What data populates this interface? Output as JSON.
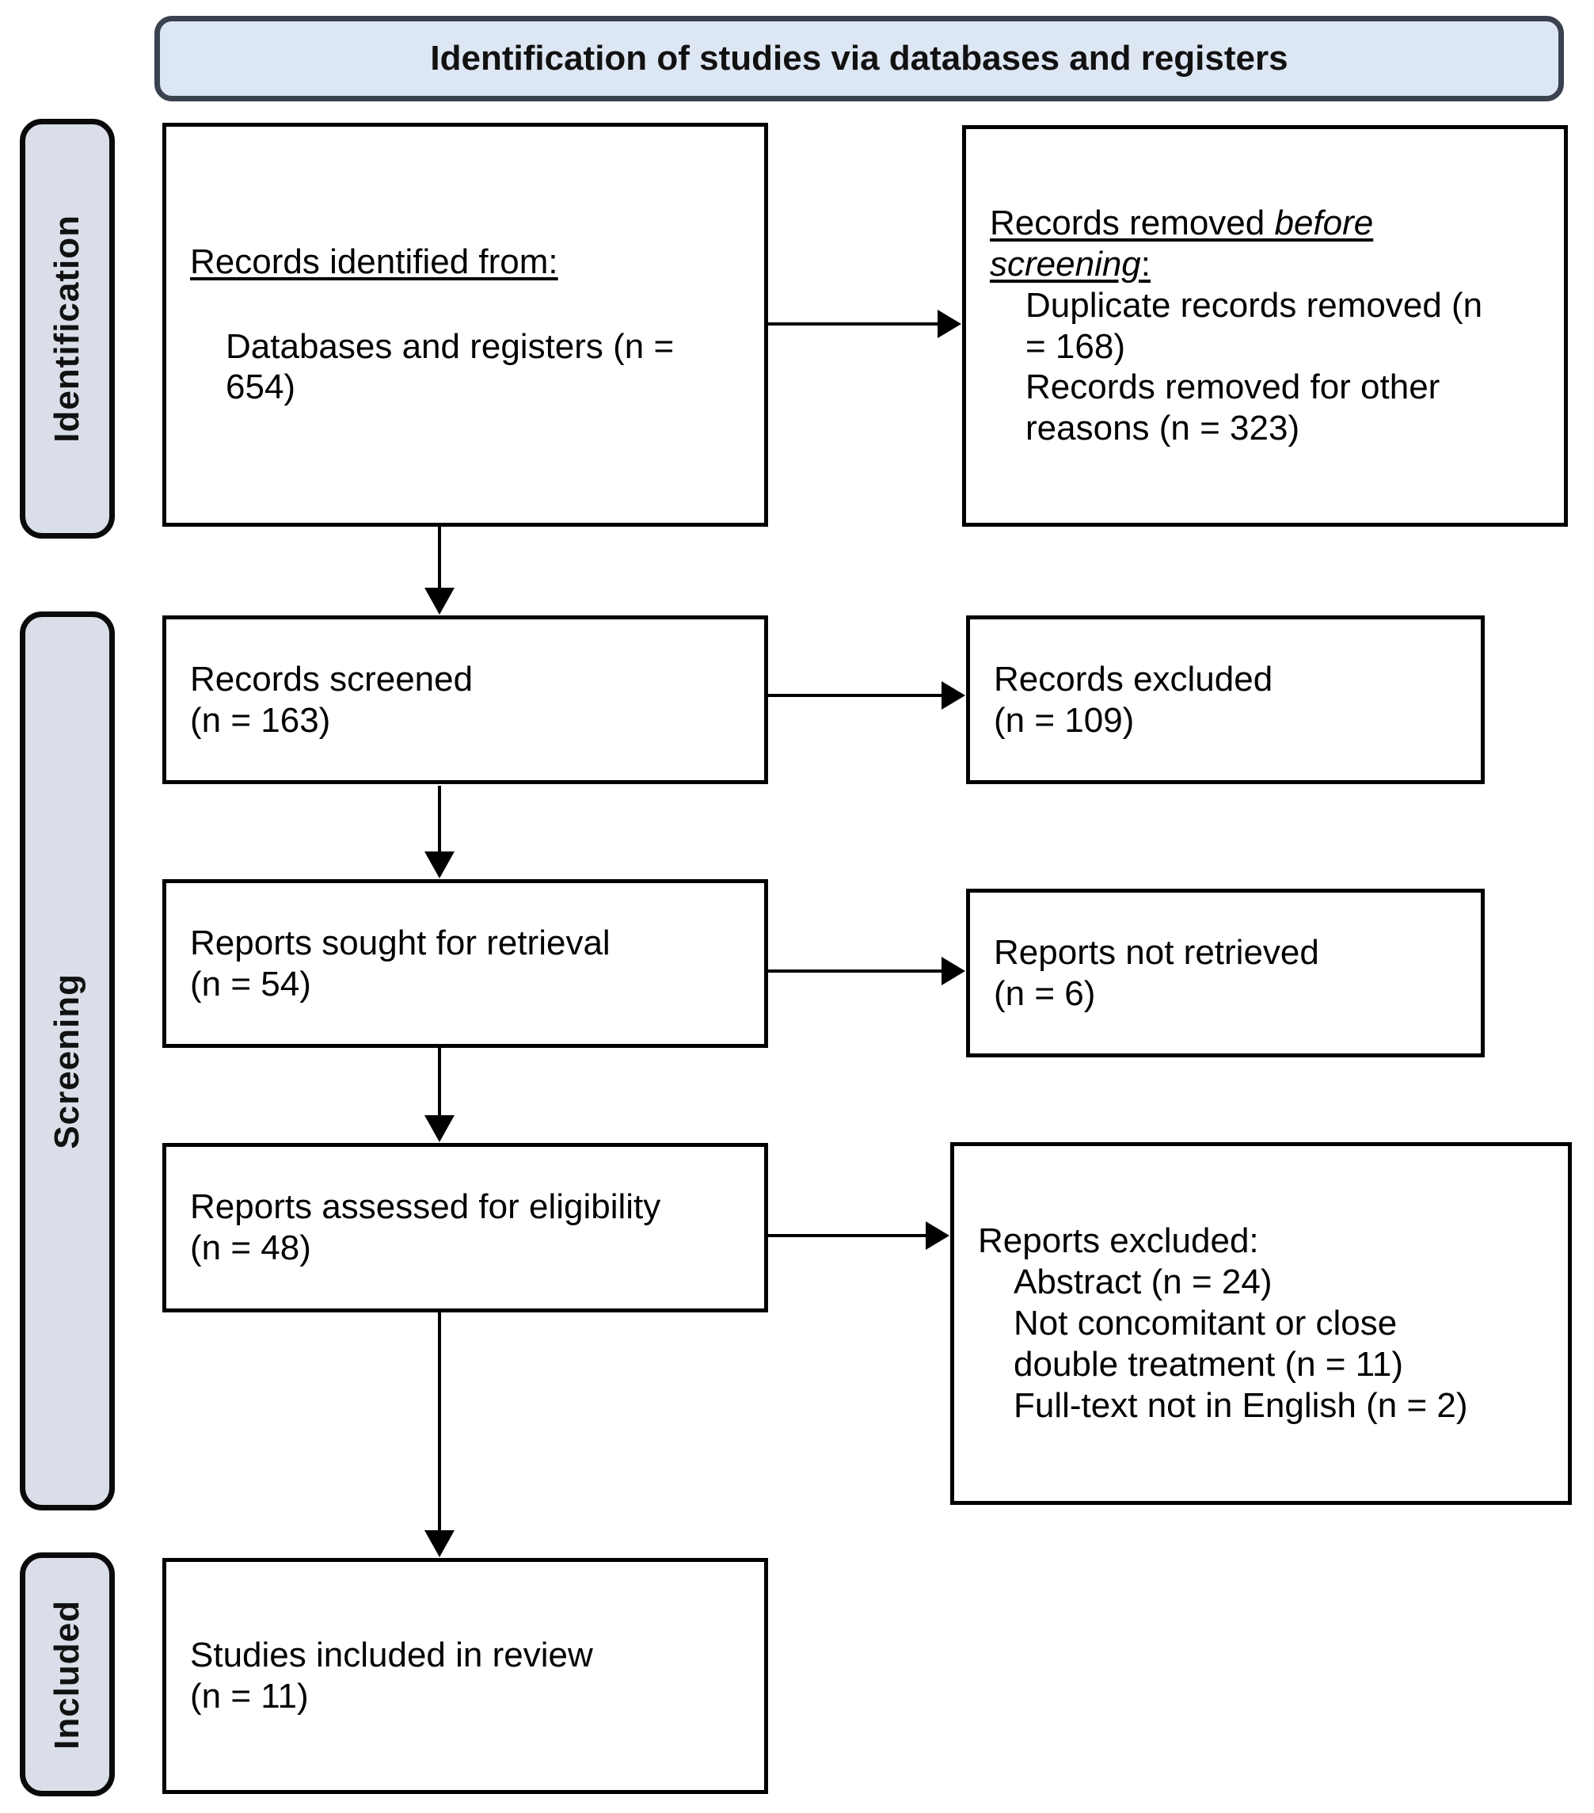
{
  "title": "Identification of studies via databases and registers",
  "stages": {
    "identification": "Identification",
    "screening": "Screening",
    "included": "Included"
  },
  "boxes": {
    "records_identified": {
      "heading": "Records identified from:",
      "item": "Databases and registers (n = 654)"
    },
    "records_removed": {
      "heading_prefix": "Records removed ",
      "heading_italic": "before screening",
      "heading_suffix": ":",
      "items": [
        "Duplicate records removed (n = 168)",
        "Records removed for other reasons (n = 323)"
      ]
    },
    "records_screened": {
      "line1": "Records screened",
      "line2": "(n = 163)"
    },
    "records_excluded": {
      "line1": "Records excluded",
      "line2": "(n = 109)"
    },
    "reports_sought": {
      "line1": "Reports sought for retrieval",
      "line2": "(n = 54)"
    },
    "reports_not_retrieved": {
      "line1": "Reports not retrieved",
      "line2": "(n = 6)"
    },
    "reports_assessed": {
      "line1": "Reports assessed for eligibility",
      "line2": "(n = 48)"
    },
    "reports_excluded": {
      "heading": "Reports excluded:",
      "items": [
        "Abstract (n = 24)",
        "Not concomitant or close double treatment (n = 11)",
        "Full-text not in English (n = 2)"
      ]
    },
    "studies_included": {
      "line1": "Studies included in review",
      "line2": "(n = 11)"
    }
  },
  "colors": {
    "title_fill": "#dde6f3",
    "title_border": "#3a4250",
    "stage_fill": "#d9dee8",
    "box_border": "#000000",
    "arrow": "#000000"
  }
}
